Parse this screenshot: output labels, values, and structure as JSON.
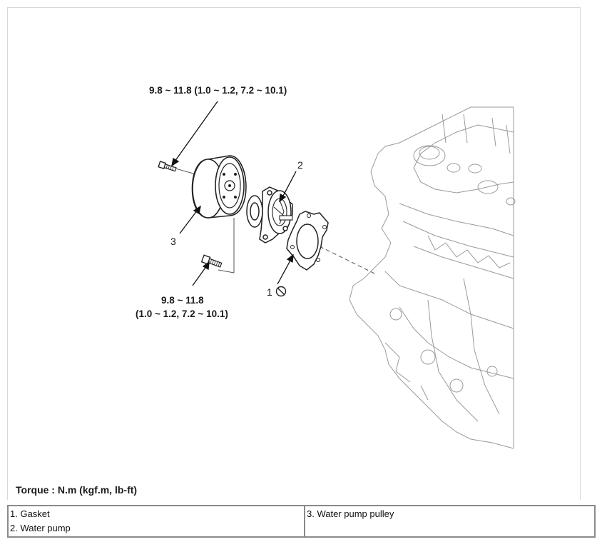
{
  "diagram": {
    "torque_top": "9.8 ~ 11.8 (1.0 ~ 1.2, 7.2 ~ 10.1)",
    "torque_bottom_line1": "9.8 ~ 11.8",
    "torque_bottom_line2": "(1.0 ~ 1.2, 7.2 ~ 10.1)",
    "callout_1": "1",
    "callout_2": "2",
    "callout_3": "3"
  },
  "torque_note": "Torque : N.m (kgf.m, lb-ft)",
  "legend": {
    "left": [
      "1. Gasket",
      "2. Water pump"
    ],
    "right": [
      "3. Water pump pulley"
    ]
  },
  "icons": {
    "do_not_reuse": "prohibited-icon"
  }
}
